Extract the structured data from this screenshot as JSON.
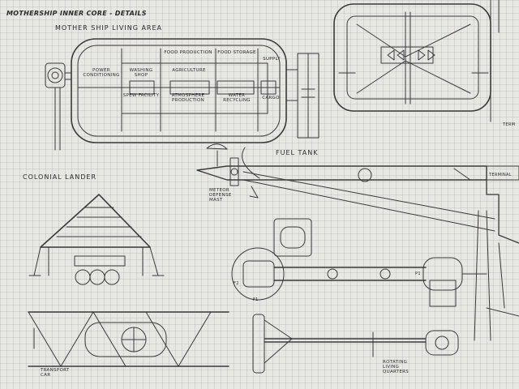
{
  "sheet": {
    "title": "MOTHERSHIP INNER CORE - DETAILS",
    "living_area": "MOTHER SHIP LIVING AREA",
    "rooms": {
      "power": "POWER CONDITIONING",
      "washing": "WASHING SHOP",
      "food_production": "FOOD PRODUCTION",
      "food_storage": "FOOD STORAGE",
      "supply": "SUPPLY",
      "agriculture": "AGRICULTURE",
      "spew": "SPEW FACILITY",
      "atmosphere": "ATMOSPHERE PRODUCTION",
      "water": "WATER RECYCLING",
      "cargo": "CARGO"
    },
    "fuel_tank": "FUEL TANK",
    "meteor_mast": "METEOR DEFENSE MAST",
    "colonial_lander": "COLONIAL LANDER",
    "terminal": "TERMINAL",
    "terminal_clip": "TERM",
    "transport_car": "TRANSPORT CAR",
    "rotating_quarters": "ROTATING LIVING QUARTERS",
    "f1": "F1",
    "f2": "F2",
    "p1": "P1"
  }
}
